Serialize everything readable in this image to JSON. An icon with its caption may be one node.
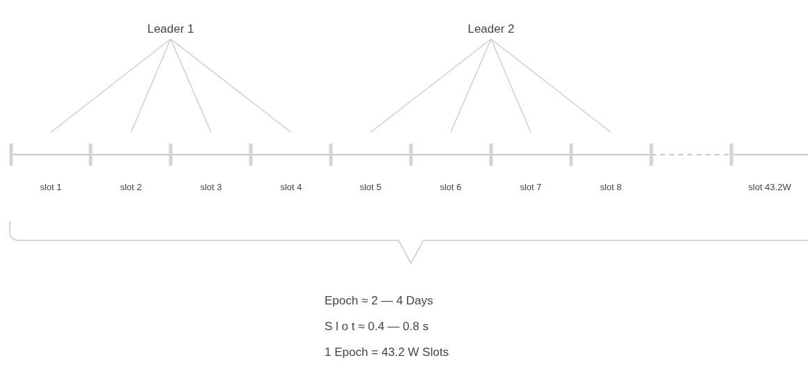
{
  "diagram": {
    "nodes": [
      {
        "text": [
          "Leader 1"
        ]
      },
      {
        "text": [
          "Leader 2"
        ]
      },
      {
        "text": [
          "slot 1"
        ]
      },
      {
        "text": [
          "slot 2"
        ]
      },
      {
        "text": [
          "slot 3"
        ]
      },
      {
        "text": [
          "slot 4"
        ]
      },
      {
        "text": [
          "slot 5"
        ]
      },
      {
        "text": [
          "slot 6"
        ]
      },
      {
        "text": [
          "slot 7"
        ]
      },
      {
        "text": [
          "slot 8"
        ]
      },
      {
        "text": [
          "slot 43.2W"
        ]
      }
    ],
    "edges": [
      {
        "from": 0,
        "to": 2,
        "arrow": "none"
      },
      {
        "from": 0,
        "to": 3,
        "arrow": "none"
      },
      {
        "from": 0,
        "to": 4,
        "arrow": "none"
      },
      {
        "from": 0,
        "to": 5,
        "arrow": "none"
      },
      {
        "from": 1,
        "to": 6,
        "arrow": "none"
      },
      {
        "from": 1,
        "to": 7,
        "arrow": "none"
      },
      {
        "from": 1,
        "to": 8,
        "arrow": "none"
      },
      {
        "from": 1,
        "to": 9,
        "arrow": "none"
      }
    ],
    "labels": [
      "Epoch ≈ 2 — 4 Days",
      "S l o t ≈ 0.4 — 0.8 s",
      "1 Epoch = 43.2 W Slots"
    ]
  }
}
